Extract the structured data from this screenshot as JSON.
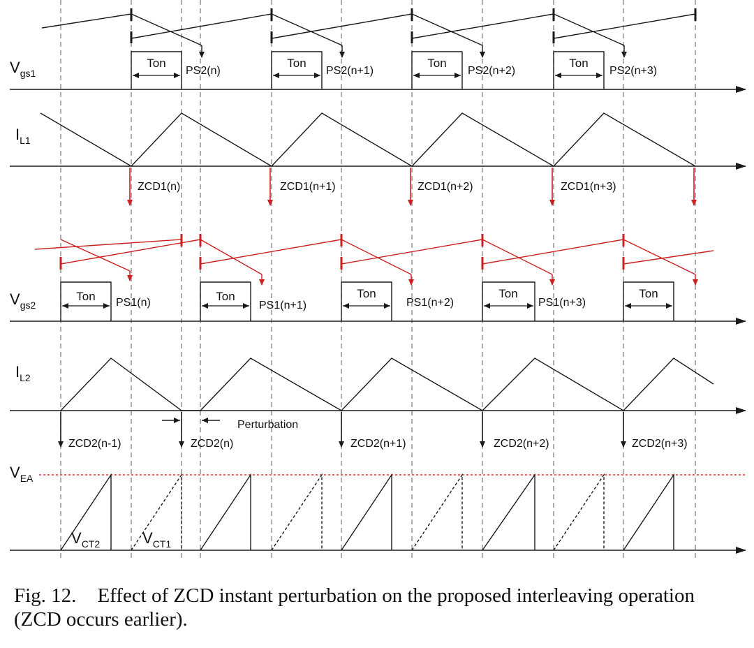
{
  "figure": {
    "colors": {
      "ink": "#1a1a1a",
      "channel2": "#cc2020",
      "vea_line": "#e03030"
    },
    "signals": {
      "vgs1": {
        "main": "V",
        "sub": "gs1"
      },
      "il1": {
        "main": "I",
        "sub": "L1"
      },
      "vgs2": {
        "main": "V",
        "sub": "gs2"
      },
      "il2": {
        "main": "I",
        "sub": "L2"
      },
      "vea": {
        "main": "V",
        "sub": "EA"
      }
    },
    "ton_label": "Ton",
    "ps2_labels": [
      "PS2(n)",
      "PS2(n+1)",
      "PS2(n+2)",
      "PS2(n+3)"
    ],
    "zcd1_labels": [
      "ZCD1(n)",
      "ZCD1(n+1)",
      "ZCD1(n+2)",
      "ZCD1(n+3)"
    ],
    "ps1_labels": [
      "PS1(n)",
      "PS1(n+1)",
      "PS1(n+2)",
      "PS1(n+3)"
    ],
    "zcd2_labels": [
      "ZCD2(n-1)",
      "ZCD2(n)",
      "ZCD2(n+1)",
      "ZCD2(n+2)",
      "ZCD2(n+3)"
    ],
    "perturbation_label": "Perturbation",
    "vct2": {
      "main": "V",
      "sub": "CT2"
    },
    "vct1": {
      "main": "V",
      "sub": "CT1"
    }
  },
  "caption": {
    "number": "Fig. 12.",
    "text": "Effect of ZCD instant perturbation on the proposed interleaving operation (ZCD occurs earlier)."
  }
}
